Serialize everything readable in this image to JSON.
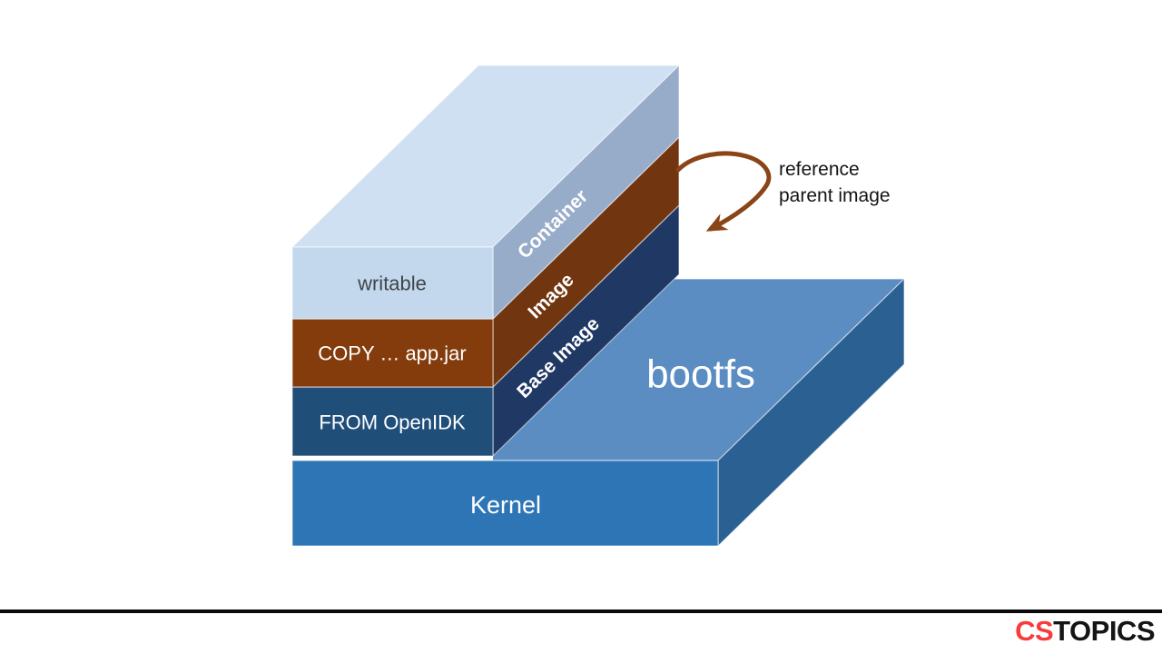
{
  "diagram": {
    "layers": [
      {
        "front": "writable",
        "side": "Container"
      },
      {
        "front": "COPY … app.jar",
        "side": "Image"
      },
      {
        "front": "FROM OpenIDK",
        "side": "Base Image"
      }
    ],
    "kernel": "Kernel",
    "bootfs": "bootfs",
    "annotation": {
      "line1": "reference",
      "line2": "parent image"
    },
    "colors": {
      "container_front": "#C3D8ED",
      "container_top": "#CFE0F2",
      "container_side": "#97ACC9",
      "image_front": "#843C0C",
      "image_side": "#713610",
      "base_front": "#1F4E79",
      "base_side": "#1F3864",
      "kernel_front": "#2E75B6",
      "kernel_top": "#5C8DC2",
      "kernel_side": "#2B6093",
      "arrow": "#8A4517",
      "writable_text": "#3F4549",
      "rule": "#0A0A0A",
      "logo_red": "#F83B3B",
      "logo_dark": "#151515"
    }
  },
  "footer": {
    "logo_red_text": "CS",
    "logo_dark_text": "TOPICS"
  }
}
